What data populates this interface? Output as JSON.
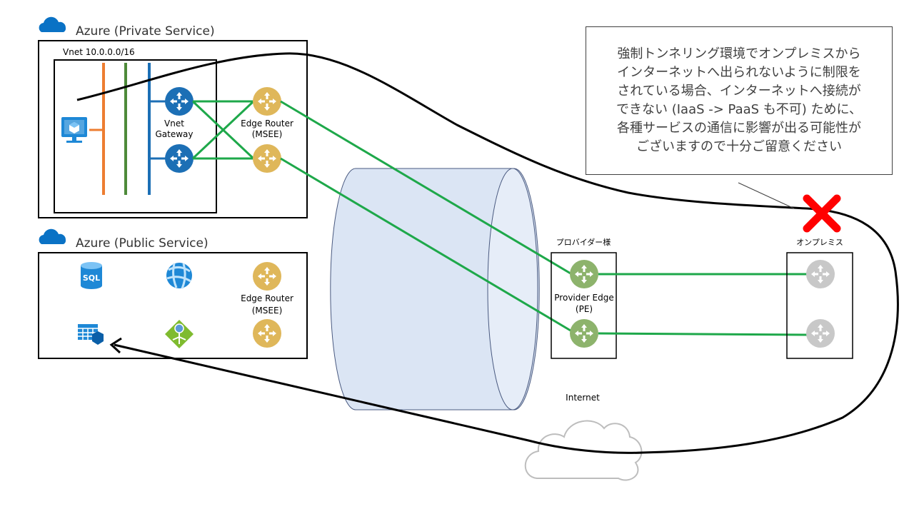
{
  "title_private": "Azure (Private Service)",
  "title_public": "Azure (Public Service)",
  "vnet_label": "Vnet 10.0.0.0/16",
  "vnet_gateway_label": [
    "Vnet",
    "Gateway"
  ],
  "edge_router_label": [
    "Edge Router",
    "(MSEE)"
  ],
  "provider_label": "プロバイダー様",
  "provider_edge_label": [
    "Provider Edge",
    "(PE)"
  ],
  "onprem_label": "オンプレミス",
  "internet_label": "Internet",
  "sql_label": "SQL",
  "callout_lines": [
    "強制トンネリング環境でオンプレミスから",
    "インターネットへ出られないように制限を",
    "されている場合、インターネットへ接続が",
    "できない (IaaS -> PaaS も不可) ために、",
    "各種サービスの通信に影響が出る可能性が",
    "ございますので十分ご留意ください"
  ],
  "colors": {
    "azure_blue": "#0a72c5",
    "router_gold": "#dfb75a",
    "router_green": "#8db36c",
    "router_gray": "#c8c8c8",
    "link_green": "#1ea84a",
    "cross_red": "#ff0000",
    "tube_fill": "#dbe5f4",
    "subnet_orange": "#ed7d31",
    "subnet_green": "#4e8a3a",
    "subnet_blue": "#1c6fb5"
  }
}
